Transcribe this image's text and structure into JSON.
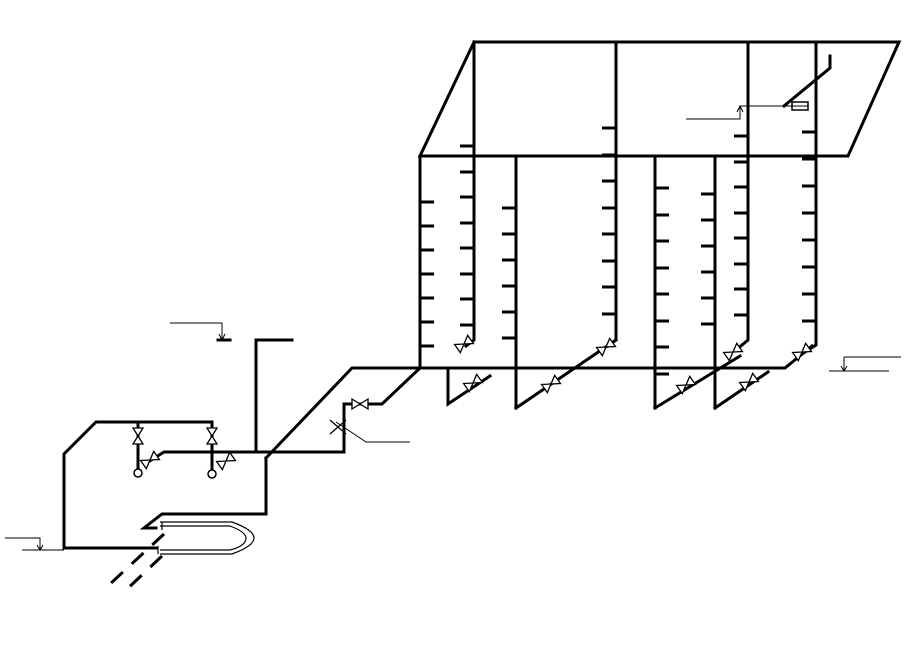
{
  "drawing": {
    "background": "#ffffff",
    "line_color": "#000000",
    "labels": []
  },
  "components": {
    "risers": 8,
    "valves": 12,
    "heat_exchanger": "u-tube",
    "expansion_vessel": "box"
  }
}
